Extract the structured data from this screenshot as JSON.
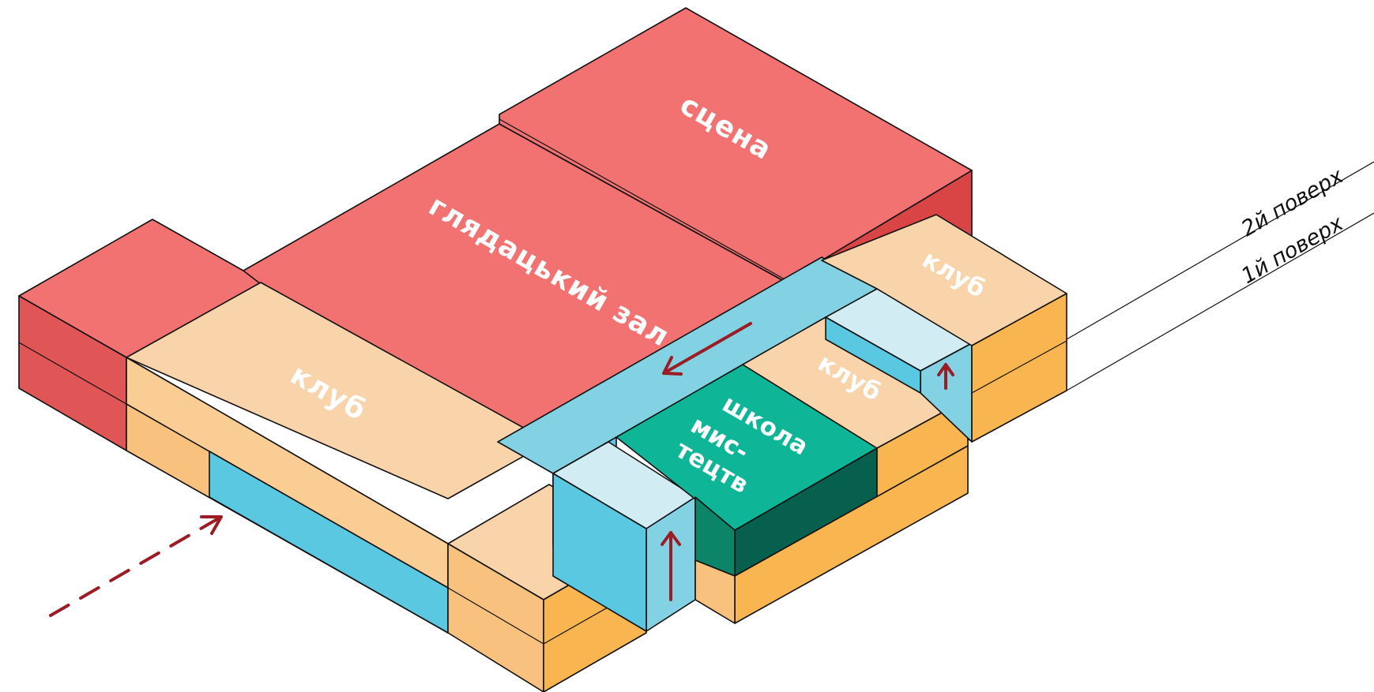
{
  "diagram": {
    "labels": {
      "stage": "сцена",
      "auditorium": "глядацький зал",
      "club_left": "клуб",
      "club_right_top": "клуб",
      "club_right_mid": "клуб",
      "school_line1": "школа",
      "school_line2": "мис-",
      "school_line3": "тецтв"
    },
    "floors": {
      "second": "2й поверх",
      "first": "1й поверх"
    },
    "colors": {
      "red_top": "#f27272",
      "red_side": "#e05555",
      "red_dark": "#d94444",
      "peach_top": "#f9d3a9",
      "peach_side": "#f8c27e",
      "orange_side": "#f8b550",
      "blue_top": "#83d2e3",
      "blue_side": "#5bc8e2",
      "blue_pale": "#d1ecf3",
      "teal_top": "#0fb597",
      "teal_side": "#0c8468",
      "teal_dark": "#075f4e",
      "arrow": "#9b1c24"
    }
  }
}
